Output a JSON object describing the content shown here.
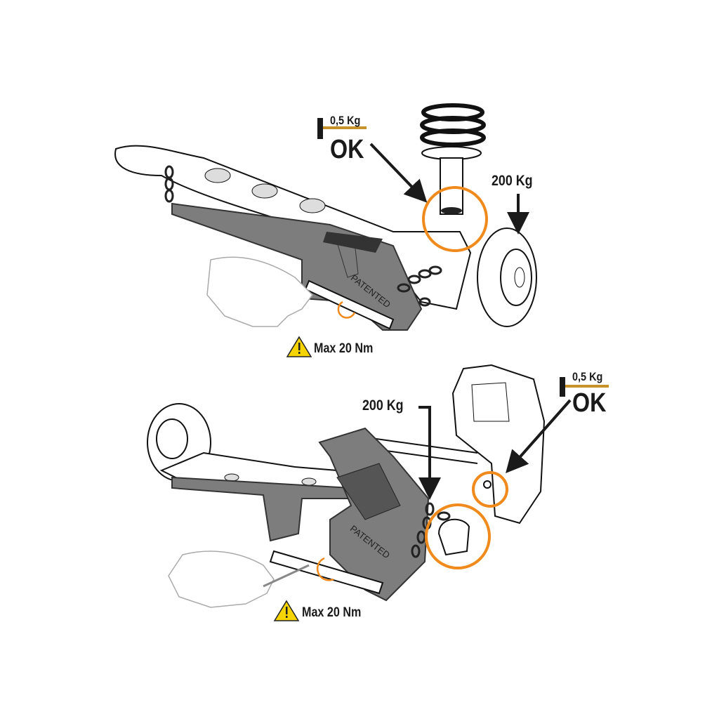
{
  "colors": {
    "highlight": "#f08a1c",
    "hammer_handle": "#c8922a",
    "tool_gray": "#7d7d7d",
    "warning": "#f5d400"
  },
  "top_diagram": {
    "hammer_weight": "0,5 Kg",
    "ok_label": "OK",
    "load_label": "200 Kg",
    "tool_stamp": "PATENTED",
    "torque_warning": "Max 20 Nm"
  },
  "bottom_diagram": {
    "hammer_weight": "0,5 Kg",
    "ok_label": "OK",
    "load_label": "200 Kg",
    "tool_stamp": "PATENTED",
    "torque_warning": "Max 20 Nm"
  }
}
